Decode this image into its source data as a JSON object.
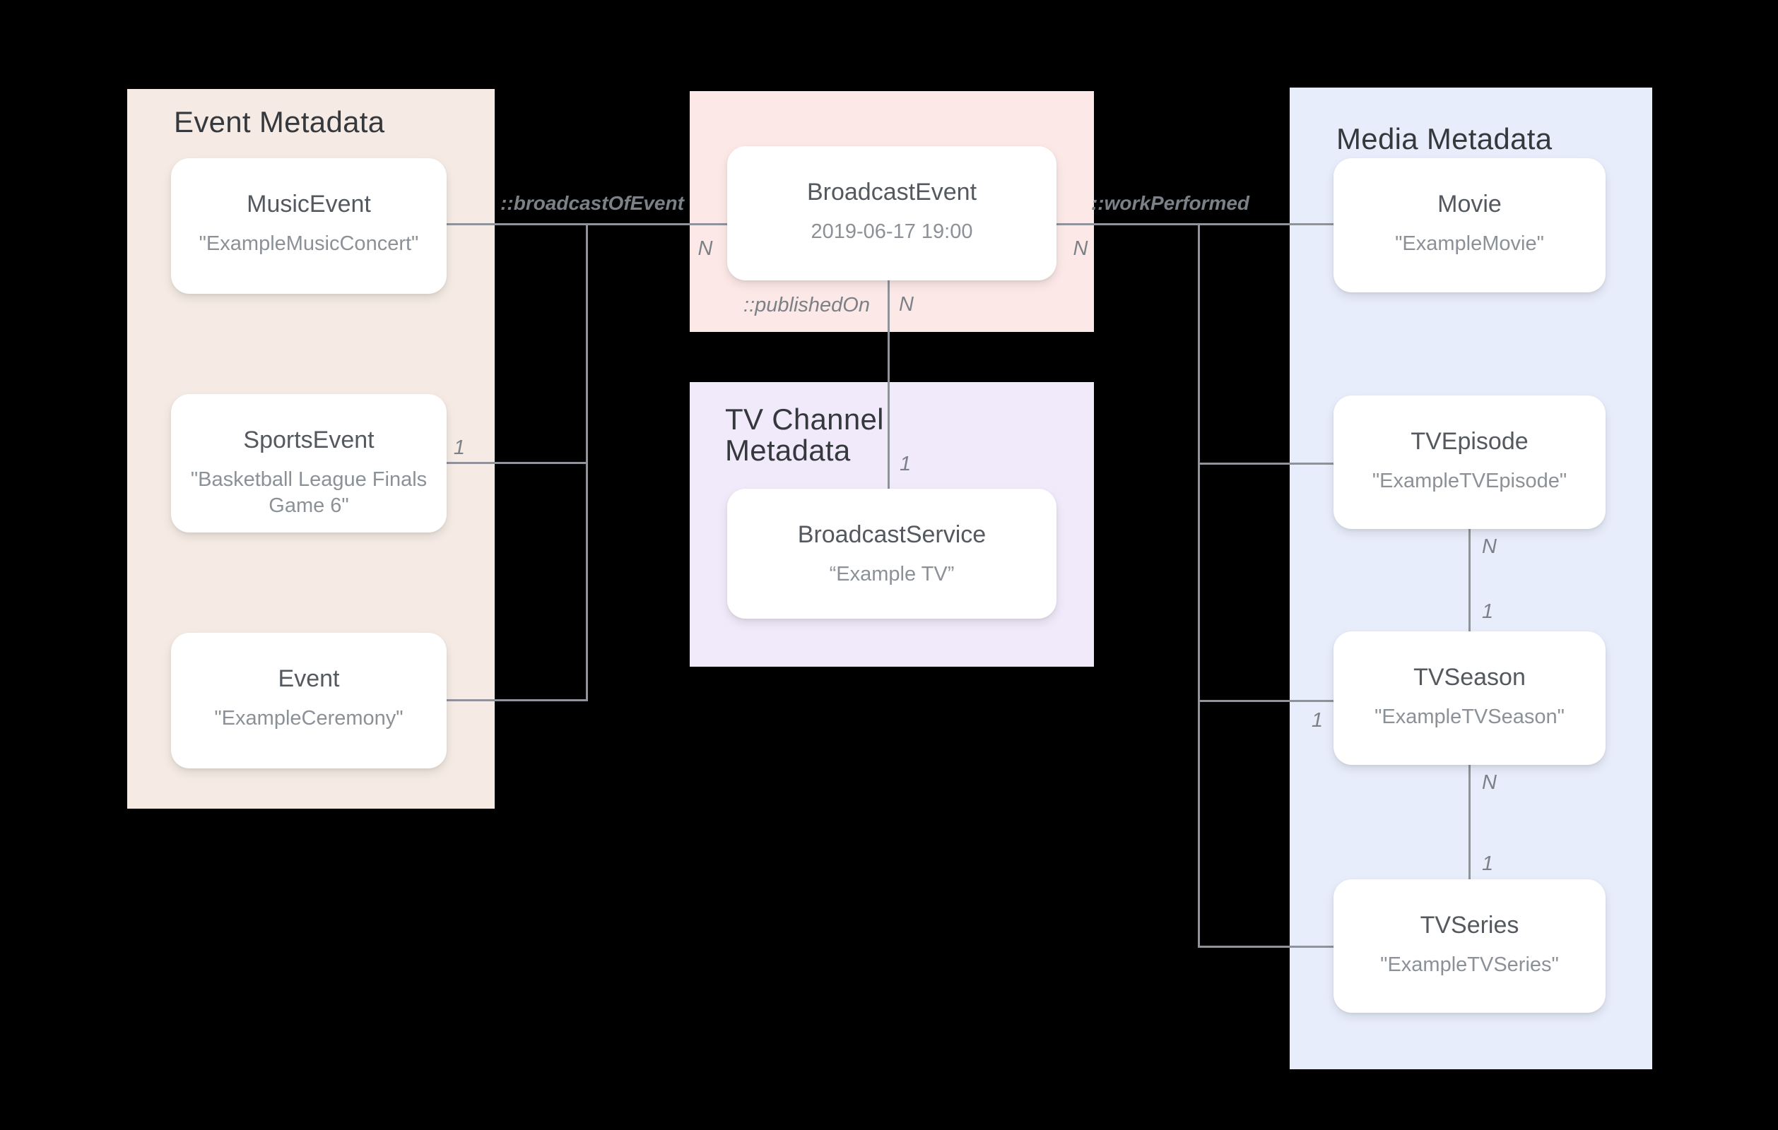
{
  "panels": {
    "event": {
      "title": "Event Metadata"
    },
    "tv_channel": {
      "title": "TV Channel Metadata"
    },
    "media": {
      "title": "Media Metadata"
    }
  },
  "cards": {
    "music_event": {
      "type": "MusicEvent",
      "value": "\"ExampleMusicConcert\""
    },
    "sports_event": {
      "type": "SportsEvent",
      "value": "\"Basketball League Finals Game 6\""
    },
    "event": {
      "type": "Event",
      "value": "\"ExampleCeremony\""
    },
    "broadcast_event": {
      "type": "BroadcastEvent",
      "value": "2019-06-17 19:00"
    },
    "broadcast_service": {
      "type": "BroadcastService",
      "value": "“Example TV”"
    },
    "movie": {
      "type": "Movie",
      "value": "\"ExampleMovie\""
    },
    "tv_episode": {
      "type": "TVEpisode",
      "value": "\"ExampleTVEpisode\""
    },
    "tv_season": {
      "type": "TVSeason",
      "value": "\"ExampleTVSeason\""
    },
    "tv_series": {
      "type": "TVSeries",
      "value": "\"ExampleTVSeries\""
    }
  },
  "relationships": {
    "broadcast_of_event": {
      "label": "::broadcastOfEvent"
    },
    "work_performed": {
      "label": "::workPerformed"
    },
    "published_on": {
      "label": "::publishedOn"
    }
  },
  "cardinalities": {
    "broadcast_left_n": "N",
    "broadcast_right_n": "N",
    "sports_one": "1",
    "published_n": "N",
    "published_one": "1",
    "season_work_one": "1",
    "episode_n": "N",
    "episode_one": "1",
    "season_n": "N",
    "season_one": "1"
  },
  "colors": {
    "background": "#000000",
    "panel-event": "#f5ebe4",
    "panel-broadcast": "#fce9e7",
    "panel-tv": "#f1eafa",
    "panel-media": "#e8edfb",
    "card": "#ffffff",
    "line": "#909399",
    "panel-title": "#35383c",
    "card-title": "#54595f",
    "card-value": "#8b9197",
    "edge-label": "#7b8187"
  }
}
